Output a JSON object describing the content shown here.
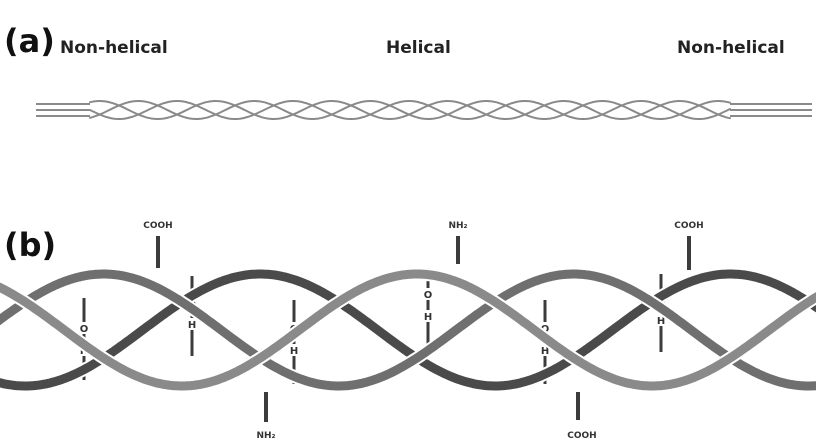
{
  "panel_a": {
    "letter": "(a)",
    "labels": {
      "left": "Non-helical",
      "center": "Helical",
      "right": "Non-helical"
    }
  },
  "panel_b": {
    "letter": "(b)",
    "top_groups": [
      "COOH",
      "NH₂",
      "COOH"
    ],
    "bottom_groups": [
      "NH₂",
      "COOH"
    ],
    "h_bonds": [
      {
        "atoms": [
          "O",
          "H"
        ]
      },
      {
        "atoms": [
          "O",
          "H"
        ]
      },
      {
        "atoms": [
          "O",
          "H"
        ]
      },
      {
        "atoms": [
          "O",
          "H"
        ]
      },
      {
        "atoms": [
          "O",
          "H"
        ]
      },
      {
        "atoms": [
          "O",
          "H"
        ]
      }
    ]
  },
  "colors": {
    "strand_light": "#8a8a8a",
    "strand_mid": "#6f6f6f",
    "strand_dark": "#4a4a4a",
    "stick": "#3c3c3c",
    "text": "#222222"
  }
}
